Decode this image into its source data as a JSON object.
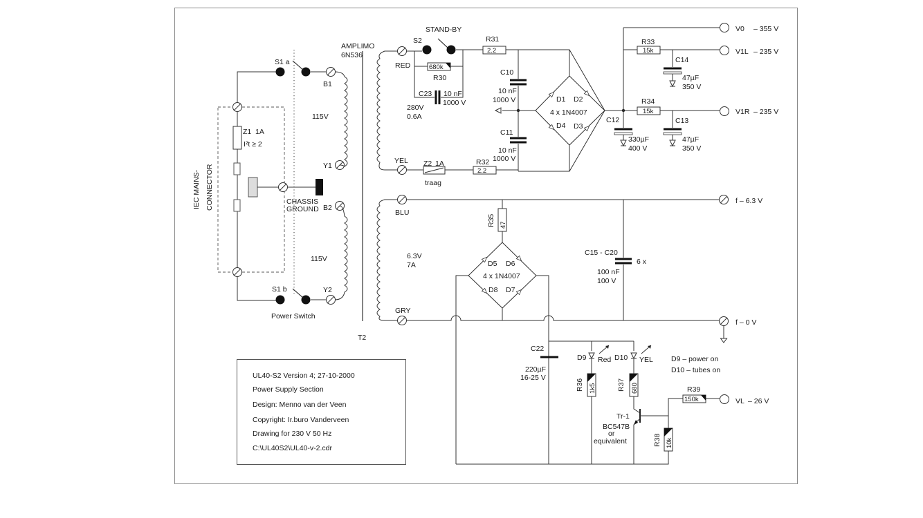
{
  "colors": {
    "background": "#ffffff",
    "ink": "#222222",
    "frame": "#888888"
  },
  "mains": {
    "connector_label_1": "IEC MAINS-",
    "connector_label_2": "CONNECTOR",
    "fuse": "Z1",
    "fuse_rating": "1A",
    "fuse_i2t": "I²t ≥ 2",
    "switch_a": "S1 a",
    "switch_b": "S1 b",
    "switch_caption": "Power Switch",
    "chassis_1": "CHASSIS",
    "chassis_2": "GROUND"
  },
  "transformer": {
    "maker": "AMPLIMO",
    "type": "6N536",
    "ref": "T2",
    "primary_1": "115V",
    "primary_2": "115V",
    "pins": {
      "b1": "B1",
      "y1": "Y1",
      "b2": "B2",
      "y2": "Y2"
    },
    "sec_red": "RED",
    "sec_yel": "YEL",
    "sec_blu": "BLU",
    "sec_gry": "GRY",
    "ht_volts": "280V",
    "ht_amps": "0.6A",
    "fil_volts": "6.3V",
    "fil_amps": "7A"
  },
  "ht": {
    "standby_label": "STAND-BY",
    "s2": "S2",
    "r30": "R30",
    "r30_val": "680k",
    "c23": "C23",
    "c23_val": "10 nF",
    "c23_v": "1000 V",
    "r31": "R31",
    "r31_val": "2.2",
    "r32": "R32",
    "r32_val": "2.2",
    "z2": "Z2",
    "z2_val": "1A",
    "z2_note": "traag",
    "c10": "C10",
    "c10_val": "10 nF",
    "c10_v": "1000 V",
    "c11": "C11",
    "c11_val": "10 nF",
    "c11_v": "1000 V",
    "d1": "D1",
    "d2": "D2",
    "d3": "D3",
    "d4": "D4",
    "bridge": "4 x 1N4007",
    "c12": "C12",
    "c12_val": "330µF",
    "c12_v": "400 V",
    "r33": "R33",
    "r33_val": "15k",
    "r34": "R34",
    "r34_val": "15k",
    "c14": "C14",
    "c14_val": "47µF",
    "c14_v": "350 V",
    "c13": "C13",
    "c13_val": "47µF",
    "c13_v": "350 V"
  },
  "outputs": {
    "v0_name": "V0",
    "v0_val": "– 355 V",
    "v1l_name": "V1L",
    "v1l_val": "– 235 V",
    "v1r_name": "V1R",
    "v1r_val": "– 235 V",
    "f63": "f – 6.3 V",
    "f0": "f – 0 V",
    "vl_name": "VL",
    "vl_val": "– 26 V"
  },
  "lv": {
    "r35": "R35",
    "r35_val": "47",
    "d5": "D5",
    "d6": "D6",
    "d7": "D7",
    "d8": "D8",
    "bridge": "4 x 1N4007",
    "c15": "C15 - C20",
    "c15_mult": "6 x",
    "c15_val": "100 nF",
    "c15_v": "100 V",
    "c22": "C22",
    "c22_val": "220µF",
    "c22_v": "16-25 V",
    "d9": "D9",
    "d9_col": "Red",
    "d10": "D10",
    "d10_col": "YEL",
    "d9_note": "D9 – power on",
    "d10_note": "D10 – tubes on",
    "r36": "R36",
    "r36_val": "1k5",
    "r37": "R37",
    "r37_val": "680",
    "r38": "R38",
    "r38_val": "10k",
    "r39": "R39",
    "r39_val": "150k",
    "tr": "Tr-1",
    "tr_type": "BC547B",
    "tr_or": "or",
    "tr_eq": "equivalent"
  },
  "titleblock": {
    "line1": "UL40-S2  Version 4; 27-10-2000",
    "line2": "Power Supply Section",
    "line3": "Design: Menno van der Veen",
    "line4": "Copyright: Ir.buro Vanderveen",
    "line5": "Drawing  for 230 V 50 Hz",
    "line6": "C:\\UL40S2\\UL40-v-2.cdr"
  }
}
